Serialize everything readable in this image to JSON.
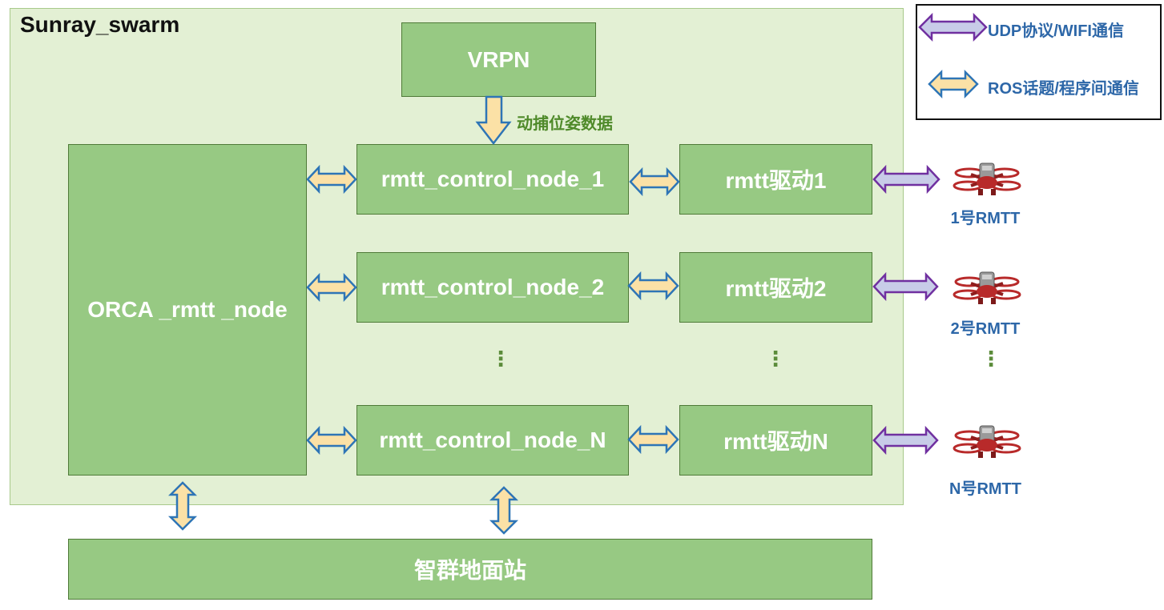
{
  "swarm": {
    "title": "Sunray_swarm"
  },
  "vrpn": {
    "label": "VRPN",
    "arrow_label": "动捕位姿数据"
  },
  "orca": {
    "label": "ORCA _rmtt _node"
  },
  "control_nodes": [
    "rmtt_control_node_1",
    "rmtt_control_node_2",
    "rmtt_control_node_N"
  ],
  "drivers": [
    "rmtt驱动1",
    "rmtt驱动2",
    "rmtt驱动N"
  ],
  "drones": [
    "1号RMTT",
    "2号RMTT",
    "N号RMTT"
  ],
  "ground_station": {
    "label": "智群地面站"
  },
  "ellipsis": "⋮",
  "legend": {
    "udp": "UDP协议/WIFI通信",
    "ros": "ROS话题/程序间通信"
  },
  "colors": {
    "container_fill": "#e3f0d4",
    "box_fill": "#97c983",
    "ros_arrow_fill": "#fbe1a6",
    "ros_arrow_stroke": "#2e75b6",
    "udp_arrow_fill": "#c8cce8",
    "udp_arrow_stroke": "#7030a0",
    "drone_body": "#b82a2a"
  },
  "icons": {
    "drone": "drone-icon"
  }
}
